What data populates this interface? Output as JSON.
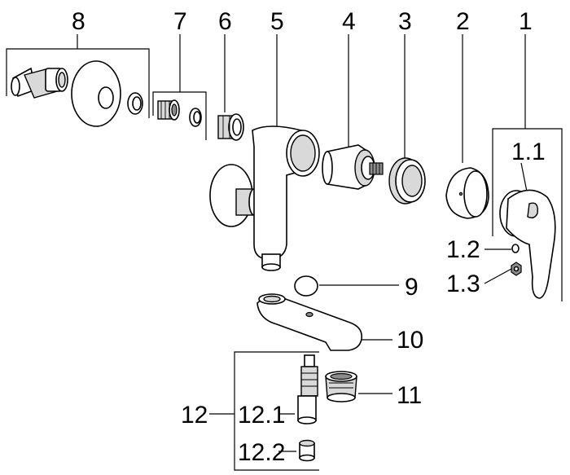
{
  "labels": {
    "p8": "8",
    "p7": "7",
    "p6": "6",
    "p5": "5",
    "p4": "4",
    "p3": "3",
    "p2": "2",
    "p1": "1",
    "p1_1": "1.1",
    "p1_2": "1.2",
    "p1_3": "1.3",
    "p9": "9",
    "p10": "10",
    "p11": "11",
    "p12": "12",
    "p12_1": "12.1",
    "p12_2": "12.2"
  },
  "colors": {
    "line": "#000000",
    "fill": "#ffffff",
    "shade": "#d9d9d9",
    "dark": "#8c8c8c"
  }
}
